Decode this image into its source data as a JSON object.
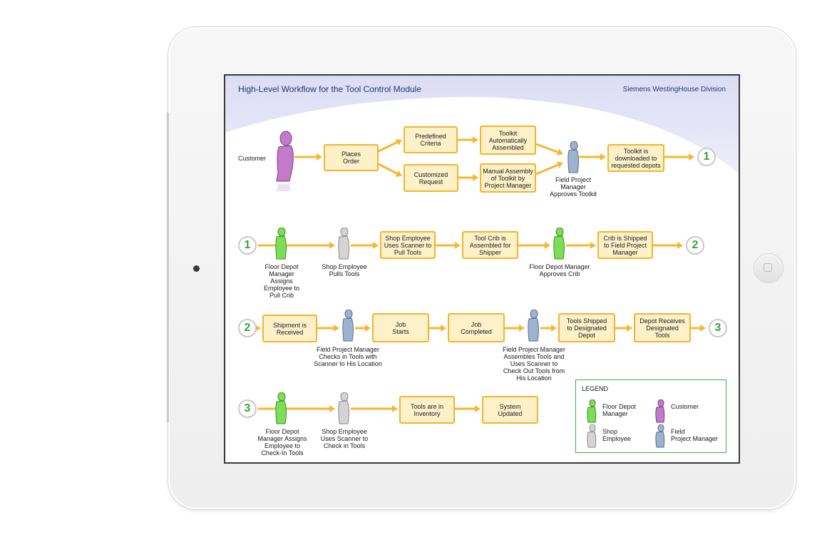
{
  "header": {
    "title": "High-Level Workflow for the Tool Control Module",
    "division": "Siemens WestingHouse Division"
  },
  "row1": {
    "customer_label": "Customer",
    "places_order": "Places\nOrder",
    "predefined_criteria": "Predefined\nCriteria",
    "customized_request": "Customized\nRequest",
    "toolkit_auto": "Toolkit\nAutomatically\nAssembled",
    "manual_assembly": "Manual Assembly\nof Toolkit by\nProject Manager",
    "fpm_approves": "Field Project\nManager\nApproves Toolkit",
    "toolkit_downloaded": "Toolkit is\ndownloaded to\nrequested depots",
    "connector_out": "1"
  },
  "row2": {
    "connector_in": "1",
    "fdm_assigns": "Floor Depot\nManager\nAssigns\nEmployee to\nPull Crib",
    "shop_pulls": "Shop Employee\nPulls Tools",
    "shop_scanner": "Shop Employee\nUses Scanner to\nPull Tools",
    "crib_assembled": "Tool Crib is\nAssembled for\nShipper",
    "fdm_approves": "Floor Depot Manager\nApproves Crib",
    "crib_shipped": "Crib is Shipped\nto Field Project\nManager",
    "connector_out": "2"
  },
  "row3": {
    "connector_in": "2",
    "shipment_received": "Shipment is\nReceived",
    "fpm_checks_in": "Field Project Manager\nChecks in Tools with\nScanner to His Location",
    "job_starts": "Job\nStarts",
    "job_completed": "Job\nCompleted",
    "fpm_assembles": "Field Project Manager\nAssembles Tools and\nUses Scanner to\nCheck Out Tools from\nHis Location",
    "tools_shipped": "Tools Shipped\nto Designated\nDepot",
    "depot_receives": "Depot Receives\nDesignated\nTools",
    "connector_out": "3"
  },
  "row4": {
    "connector_in": "3",
    "fdm_assigns_checkin": "Floor Depot\nManager Assigns\nEmployee to\nCheck-In Tools",
    "shop_checkin": "Shop Employee\nUses Scanner to\nCheck in Tools",
    "tools_inventory": "Tools are in\nInventory",
    "system_updated": "System\nUpdated"
  },
  "legend": {
    "title": "LEGEND",
    "floor_depot_manager": "Floor Depot\nManager",
    "customer": "Customer",
    "shop_employee": "Shop\nEmployee",
    "field_project_manager": "Field\nProject Manager"
  },
  "colors": {
    "arrow": "#f5b82e",
    "box_fill": "#fdf1c9",
    "box_border": "#f3b52c",
    "customer": "#c27ac9",
    "floor_depot_manager": "#7ddd55",
    "shop_employee": "#c9c9c9",
    "field_project_manager": "#9db2cf",
    "connector_number": "#3aa335"
  },
  "icons": [
    "customer-person-icon",
    "floor-depot-manager-icon",
    "shop-employee-icon",
    "field-project-manager-icon"
  ]
}
